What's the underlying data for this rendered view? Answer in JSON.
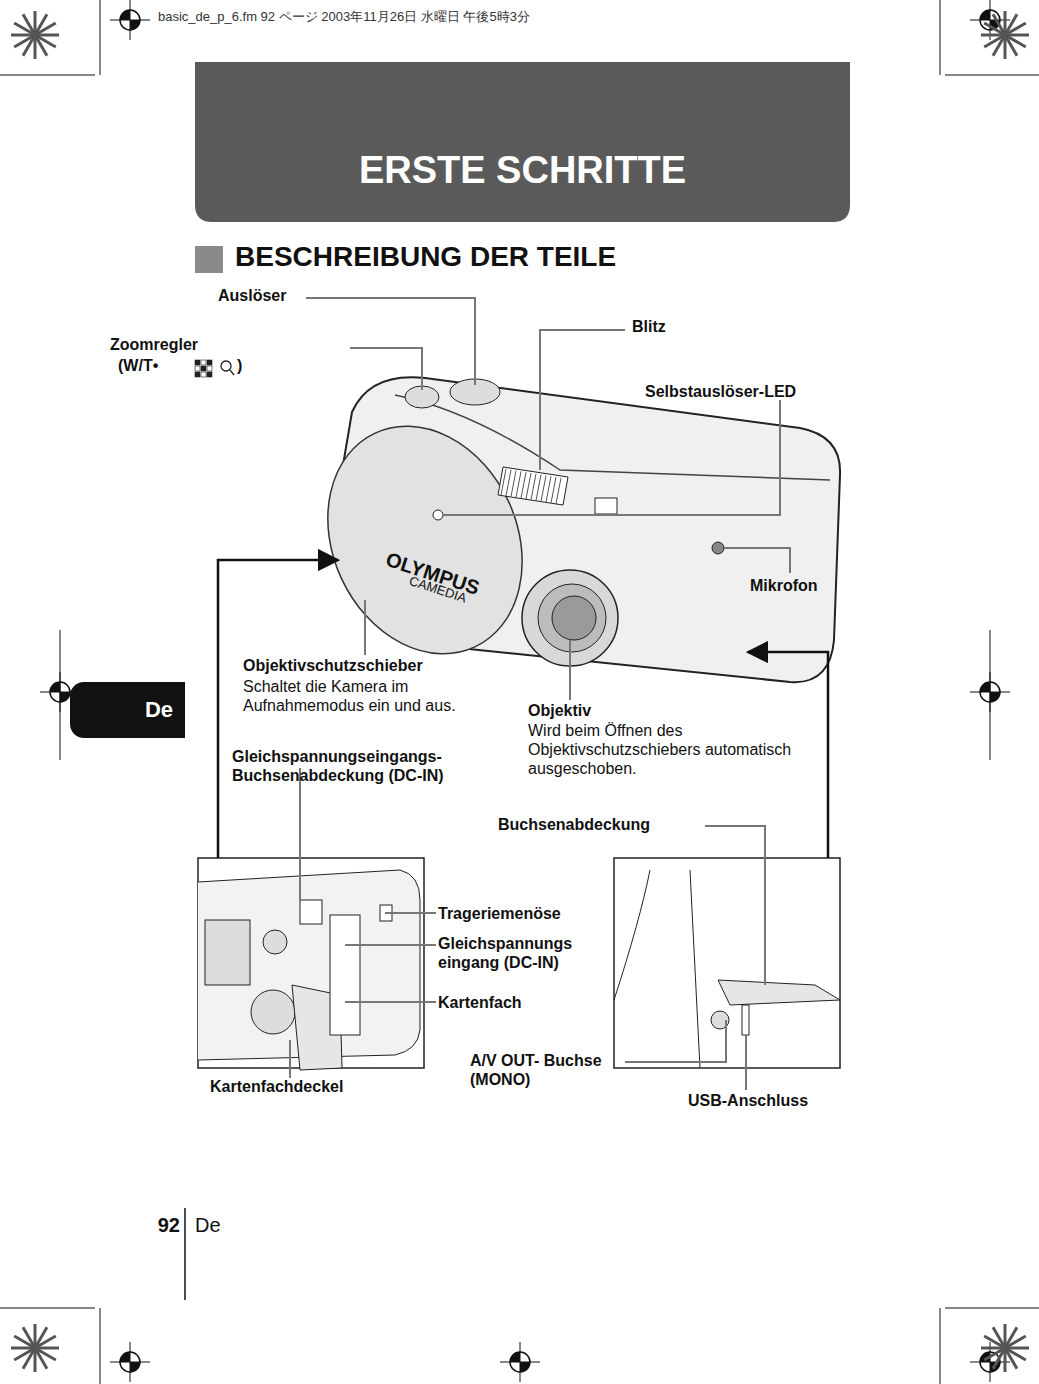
{
  "diagram": {
    "title": "ERSTE SCHRITTE",
    "nodes": [
      {
        "text": [
          "De"
        ]
      }
    ],
    "labels": [
      "basic_de_p_6.fm 92 ページ 2003年11月26日 水曜日 午後5時3分",
      "BESCHREIBUNG DER TEILE",
      "Auslöser",
      "Zoomregler",
      "(W/T•",
      ")",
      "Blitz",
      "Selbstauslöser-LED",
      "OLYMPUS",
      "CAMEDIA",
      "Mikrofon",
      "Objektivschutzschieber",
      "Schaltet die Kamera im Aufnahmemodus ein und aus.",
      "Objektiv",
      "Wird beim Öffnen des Objektivschutzschiebers automatisch ausgeschoben.",
      "Gleichspannungseingangs- Buchsenabdeckung (DC-IN)",
      "Buchsenabdeckung",
      "Trageriemenöse",
      "Gleichspannungs eingang (DC-IN)",
      "Kartenfach",
      "A/V OUT- Buchse (MONO)",
      "Kartenfachdeckel",
      "USB-Anschluss",
      "92",
      "De"
    ]
  }
}
